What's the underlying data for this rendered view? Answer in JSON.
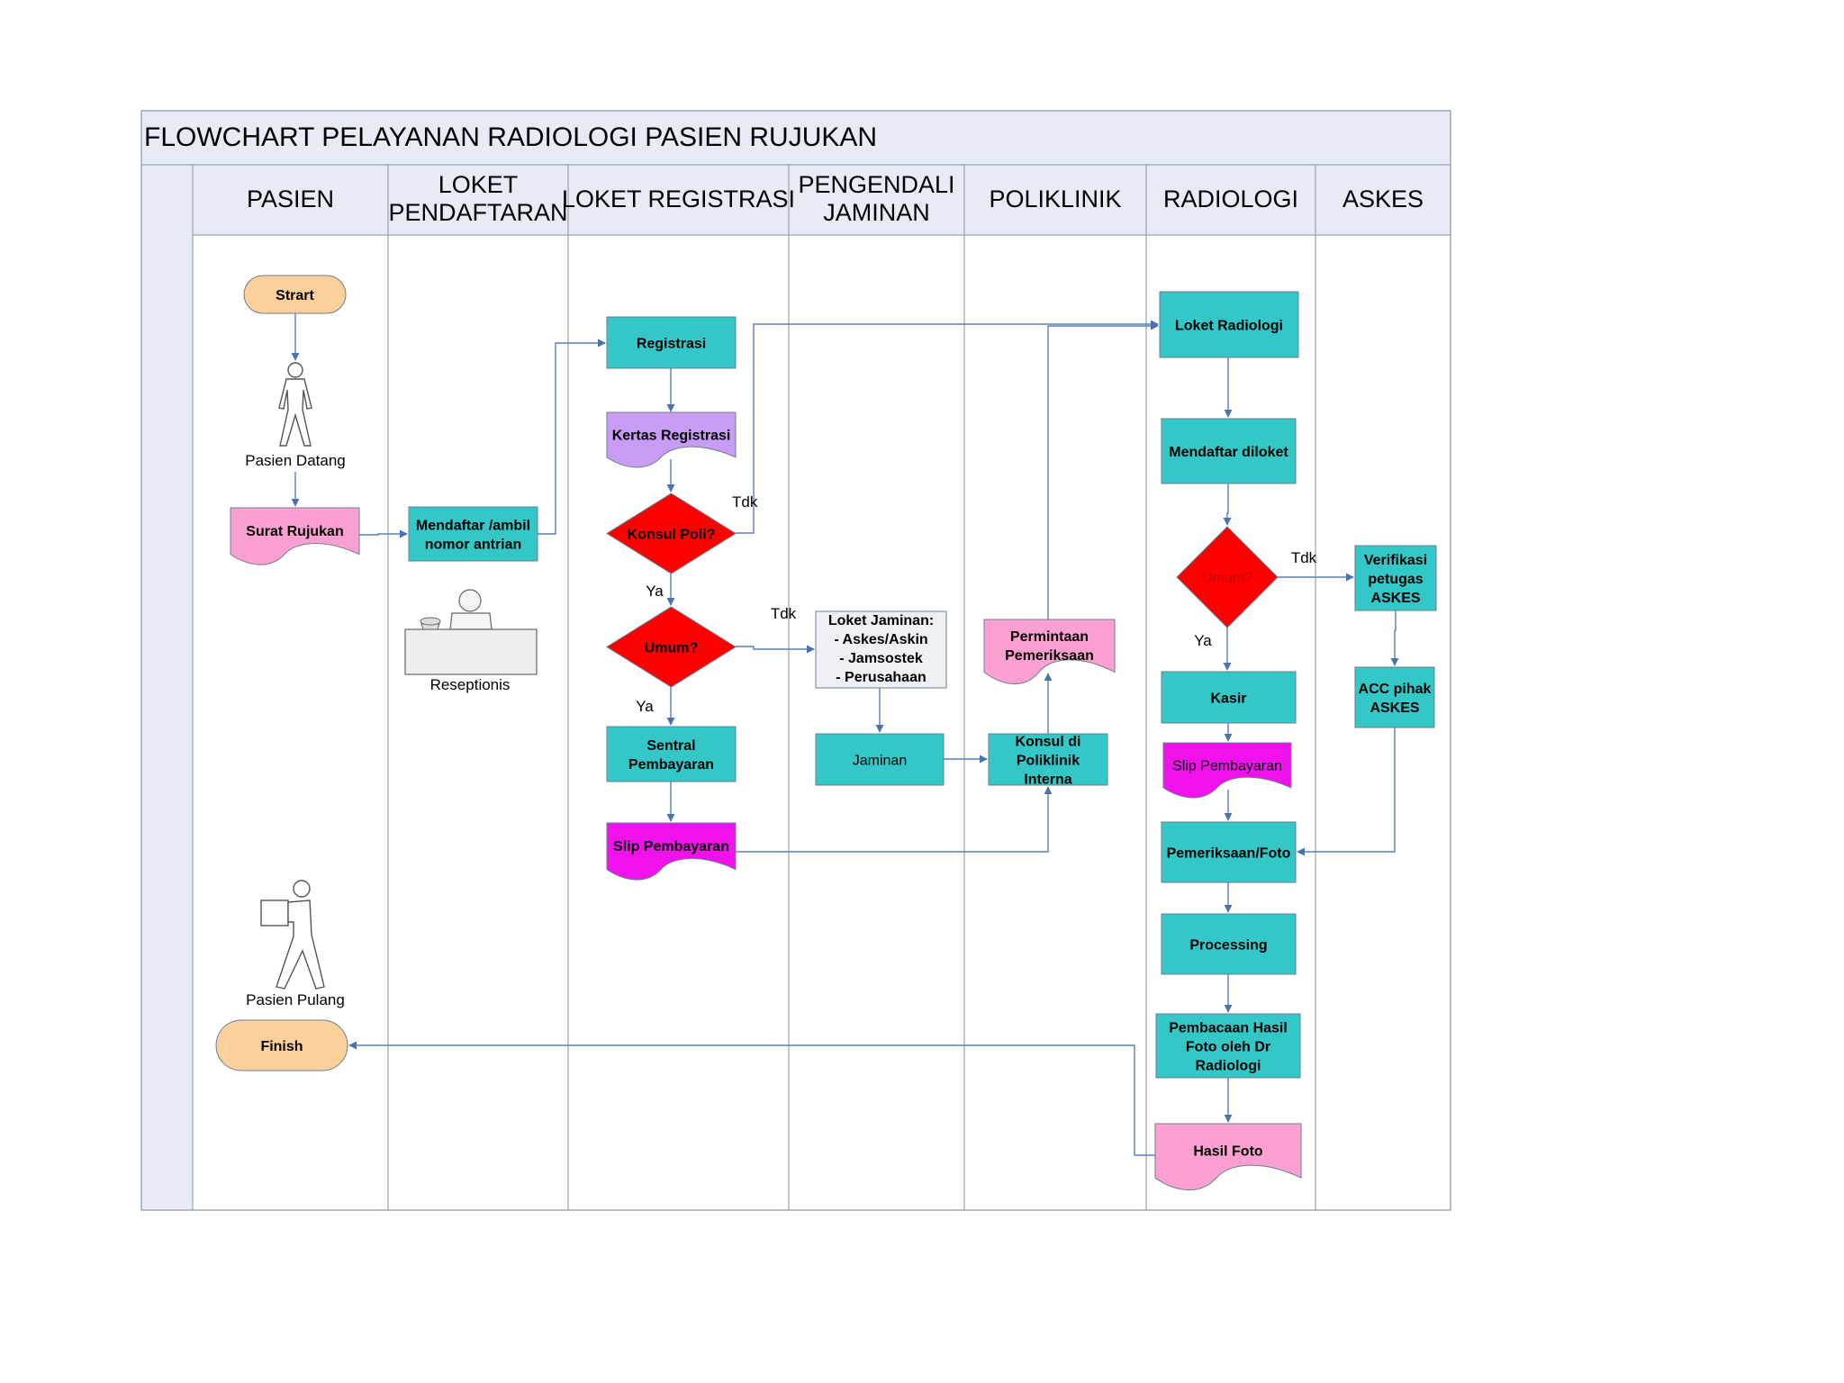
{
  "title": "FLOWCHART PELAYANAN RADIOLOGI  PASIEN RUJUKAN",
  "lanes": [
    {
      "id": "pasien",
      "label": [
        "PASIEN"
      ]
    },
    {
      "id": "loket_pendaftaran",
      "label": [
        "LOKET",
        "PENDAFTARAN"
      ]
    },
    {
      "id": "loket_registrasi",
      "label": [
        "LOKET REGISTRASI"
      ]
    },
    {
      "id": "pengendali_jaminan",
      "label": [
        "PENGENDALI",
        "JAMINAN"
      ]
    },
    {
      "id": "poliklinik",
      "label": [
        "POLIKLINIK"
      ]
    },
    {
      "id": "radiologi",
      "label": [
        "RADIOLOGI"
      ]
    },
    {
      "id": "askes",
      "label": [
        "ASKES"
      ]
    }
  ],
  "colors": {
    "terminal": "#fcd09a",
    "process": "#33c7c7",
    "document_pink": "#fba0d0",
    "document_purple": "#c79cf2",
    "document_magenta": "#f011ec",
    "decision": "#ff0000",
    "info": "#eef0f5",
    "header": "#e6ebf5",
    "edge": "#5b7fb8"
  },
  "nodes": [
    {
      "id": "start",
      "type": "terminal",
      "lines": [
        "Strart"
      ]
    },
    {
      "id": "pasien_datang_icon",
      "type": "person-standing-icon",
      "lines": []
    },
    {
      "id": "pasien_datang",
      "type": "caption",
      "lines": [
        "Pasien Datang"
      ]
    },
    {
      "id": "surat_rujukan",
      "type": "document",
      "color": "document_pink",
      "lines": [
        "Surat Rujukan"
      ]
    },
    {
      "id": "mendaftar_antrian",
      "type": "process",
      "lines": [
        "Mendaftar /ambil",
        "nomor  antrian"
      ]
    },
    {
      "id": "resepsionis_icon",
      "type": "receptionist-icon",
      "lines": []
    },
    {
      "id": "resepsionis",
      "type": "caption",
      "lines": [
        "Reseptionis"
      ]
    },
    {
      "id": "registrasi",
      "type": "process",
      "lines": [
        "Registrasi"
      ]
    },
    {
      "id": "kertas_registrasi",
      "type": "document",
      "color": "document_purple",
      "lines": [
        "Kertas Registrasi"
      ]
    },
    {
      "id": "konsul_poli",
      "type": "decision",
      "lines": [
        "Konsul Poli?"
      ]
    },
    {
      "id": "umum_reg",
      "type": "decision",
      "lines": [
        "Umum?"
      ]
    },
    {
      "id": "sentral_pembayaran",
      "type": "process",
      "lines": [
        "Sentral",
        "Pembayaran"
      ]
    },
    {
      "id": "slip_pembayaran_reg",
      "type": "document",
      "color": "document_magenta",
      "lines": [
        "Slip Pembayaran"
      ]
    },
    {
      "id": "loket_jaminan",
      "type": "info",
      "lines": [
        "Loket Jaminan:",
        "- Askes/Askin",
        "- Jamsostek",
        "- Perusahaan"
      ]
    },
    {
      "id": "jaminan",
      "type": "process",
      "plain": true,
      "lines": [
        "Jaminan"
      ]
    },
    {
      "id": "permintaan_pemeriksaan",
      "type": "document",
      "color": "document_pink",
      "lines": [
        "Permintaan",
        "Pemeriksaan"
      ]
    },
    {
      "id": "konsul_poliklinik",
      "type": "process",
      "lines": [
        "Konsul di",
        "Poliklinik",
        "Interna"
      ]
    },
    {
      "id": "loket_radiologi",
      "type": "process",
      "lines": [
        "Loket Radiologi"
      ]
    },
    {
      "id": "mendaftar_diloket",
      "type": "process",
      "lines": [
        "Mendaftar diloket"
      ]
    },
    {
      "id": "umum_rad",
      "type": "decision",
      "lines": [
        "Umum?"
      ]
    },
    {
      "id": "kasir",
      "type": "process",
      "lines": [
        "Kasir"
      ]
    },
    {
      "id": "slip_pembayaran_rad",
      "type": "document",
      "color": "document_magenta",
      "plain": true,
      "lines": [
        "Slip Pembayaran"
      ]
    },
    {
      "id": "pemeriksaan_foto",
      "type": "process",
      "lines": [
        "Pemeriksaan/Foto"
      ]
    },
    {
      "id": "processing",
      "type": "process",
      "lines": [
        "Processing"
      ]
    },
    {
      "id": "pembacaan_hasil",
      "type": "process",
      "lines": [
        "Pembacaan Hasil",
        "Foto oleh Dr",
        "Radiologi"
      ]
    },
    {
      "id": "hasil_foto",
      "type": "document",
      "color": "document_pink",
      "lines": [
        "Hasil Foto"
      ]
    },
    {
      "id": "verifikasi_askes",
      "type": "process",
      "lines": [
        "Verifikasi",
        "petugas",
        "ASKES"
      ]
    },
    {
      "id": "acc_askes",
      "type": "process",
      "lines": [
        "ACC pihak",
        "ASKES"
      ]
    },
    {
      "id": "pasien_pulang_icon",
      "type": "person-walking-icon",
      "lines": []
    },
    {
      "id": "pasien_pulang",
      "type": "caption",
      "lines": [
        "Pasien Pulang"
      ]
    },
    {
      "id": "finish",
      "type": "terminal",
      "lines": [
        "Finish"
      ]
    }
  ],
  "edges": [
    {
      "from": "start",
      "to": "pasien_datang_icon"
    },
    {
      "from": "pasien_datang",
      "to": "surat_rujukan"
    },
    {
      "from": "surat_rujukan",
      "to": "mendaftar_antrian"
    },
    {
      "from": "mendaftar_antrian",
      "to": "registrasi"
    },
    {
      "from": "registrasi",
      "to": "kertas_registrasi"
    },
    {
      "from": "kertas_registrasi",
      "to": "konsul_poli"
    },
    {
      "from": "konsul_poli",
      "to": "loket_radiologi",
      "label": "Tdk"
    },
    {
      "from": "konsul_poli",
      "to": "umum_reg",
      "label": "Ya"
    },
    {
      "from": "umum_reg",
      "to": "loket_jaminan",
      "label": "Tdk"
    },
    {
      "from": "umum_reg",
      "to": "sentral_pembayaran",
      "label": "Ya"
    },
    {
      "from": "sentral_pembayaran",
      "to": "slip_pembayaran_reg"
    },
    {
      "from": "slip_pembayaran_reg",
      "to": "konsul_poliklinik"
    },
    {
      "from": "loket_jaminan",
      "to": "jaminan"
    },
    {
      "from": "jaminan",
      "to": "konsul_poliklinik"
    },
    {
      "from": "konsul_poliklinik",
      "to": "permintaan_pemeriksaan"
    },
    {
      "from": "permintaan_pemeriksaan",
      "to": "loket_radiologi"
    },
    {
      "from": "loket_radiologi",
      "to": "mendaftar_diloket"
    },
    {
      "from": "mendaftar_diloket",
      "to": "umum_rad"
    },
    {
      "from": "umum_rad",
      "to": "verifikasi_askes",
      "label": "Tdk"
    },
    {
      "from": "umum_rad",
      "to": "kasir",
      "label": "Ya"
    },
    {
      "from": "kasir",
      "to": "slip_pembayaran_rad"
    },
    {
      "from": "slip_pembayaran_rad",
      "to": "pemeriksaan_foto"
    },
    {
      "from": "verifikasi_askes",
      "to": "acc_askes"
    },
    {
      "from": "acc_askes",
      "to": "pemeriksaan_foto"
    },
    {
      "from": "pemeriksaan_foto",
      "to": "processing"
    },
    {
      "from": "processing",
      "to": "pembacaan_hasil"
    },
    {
      "from": "pembacaan_hasil",
      "to": "hasil_foto"
    },
    {
      "from": "hasil_foto",
      "to": "finish"
    }
  ]
}
